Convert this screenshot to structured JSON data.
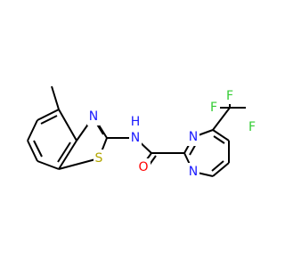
{
  "molecule": {
    "atoms": {
      "N_benzothiazole": {
        "label": "N",
        "color": "#1a1aff"
      },
      "S_benzothiazole": {
        "label": "S",
        "color": "#b3a600"
      },
      "N_amide": {
        "label": "N",
        "color": "#1a1aff"
      },
      "H_amide": {
        "label": "H",
        "color": "#1a1aff"
      },
      "O_carbonyl": {
        "label": "O",
        "color": "#ff0000"
      },
      "N_pyrimidine_top": {
        "label": "N",
        "color": "#1a1aff"
      },
      "N_pyrimidine_bottom": {
        "label": "N",
        "color": "#1a1aff"
      },
      "F_top": {
        "label": "F",
        "color": "#33cc33"
      },
      "F_left": {
        "label": "F",
        "color": "#33cc33"
      },
      "F_right": {
        "label": "F",
        "color": "#33cc33"
      }
    },
    "bond_color": "#000000",
    "background": "#ffffff"
  }
}
